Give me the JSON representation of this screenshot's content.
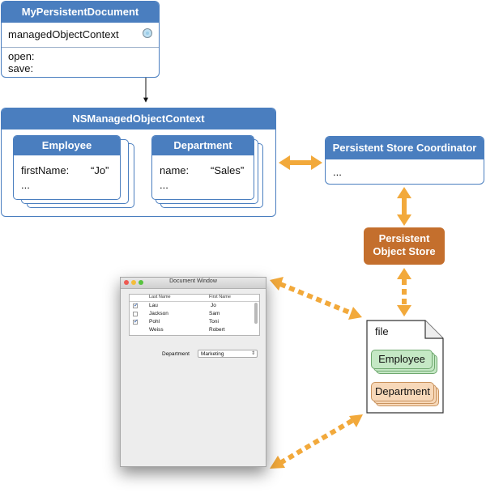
{
  "my_persistent_document": {
    "title": "MyPersistentDocument",
    "property": "managedObjectContext",
    "methods": [
      "open:",
      "save:"
    ]
  },
  "context": {
    "title": "NSManagedObjectContext",
    "employee": {
      "title": "Employee",
      "attr_name": "firstName:",
      "attr_value": "“Jo”",
      "more": "..."
    },
    "department": {
      "title": "Department",
      "attr_name": "name:",
      "attr_value": "“Sales”",
      "more": "..."
    }
  },
  "coordinator": {
    "title": "Persistent Store Coordinator",
    "body": "..."
  },
  "object_store": {
    "line1": "Persistent",
    "line2": "Object Store"
  },
  "document_window": {
    "title": "Document Window",
    "columns": [
      "Last Name",
      "First Name"
    ],
    "rows": [
      {
        "last": "Lau",
        "first": "Jo",
        "checked": true
      },
      {
        "last": "Jackson",
        "first": "Sam",
        "checked": false
      },
      {
        "last": "Pohl",
        "first": "Toni",
        "checked": true
      },
      {
        "last": "Weiss",
        "first": "Robert",
        "checked": false
      }
    ],
    "department_label": "Department",
    "department_value": "Marketing"
  },
  "file": {
    "label": "file",
    "entities": [
      "Employee",
      "Department"
    ]
  },
  "colors": {
    "blue": "#4a7ebf",
    "arrow_orange": "#f2a93b",
    "store_orange": "#c46f2d",
    "employee_green": "#c5e8c5",
    "department_peach": "#f7d8b9"
  }
}
